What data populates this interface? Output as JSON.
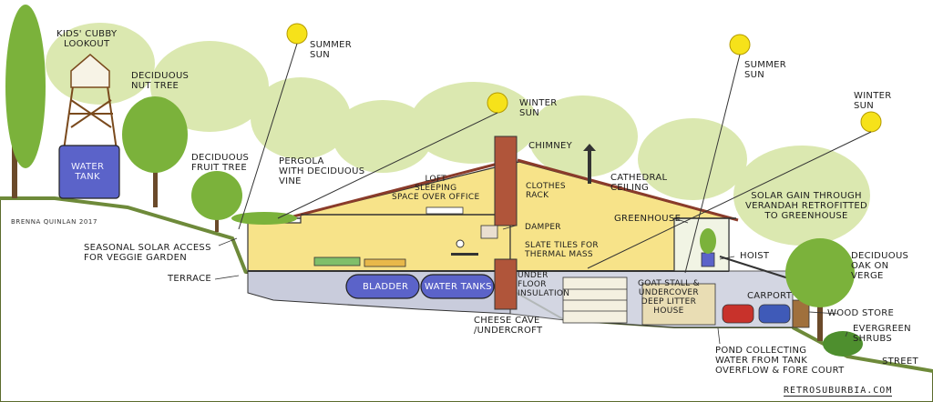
{
  "colors": {
    "sun": "#f6e21a",
    "house_wall": "#f7e389",
    "house_wall_dark": "#ecd26a",
    "ground": "#6e8a3a",
    "underground": "#c9ccdc",
    "tank_blue": "#5b63c9",
    "chimney_brick": "#b0553a",
    "tree_green": "#7bb23b",
    "tree_pale": "#dbe8b0",
    "car_red": "#c8322b"
  },
  "credit": "BRENNA QUINLAN 2017",
  "website": "RETROSUBURBIA.COM",
  "labels": {
    "kids_cubby": "KIDS' CUBBY\nLOOKOUT",
    "summer_sun_left": "SUMMER\nSUN",
    "deciduous_nut_tree": "DECIDUOUS\nNUT TREE",
    "winter_sun_left": "WINTER\nSUN",
    "water_tank": "WATER\nTANK",
    "chimney": "CHIMNEY",
    "summer_sun_right": "SUMMER\nSUN",
    "winter_sun_right": "WINTER\nSUN",
    "deciduous_fruit_tree": "DECIDUOUS\nFRUIT TREE",
    "pergola": "PERGOLA\nWITH DECIDUOUS\nVINE",
    "loft": "LOFT\nSLEEPING\nSPACE OVER OFFICE",
    "clothes_rack": "CLOTHES\nRACK",
    "cathedral_ceiling": "CATHEDRAL\nCEILING",
    "solar_gain": "SOLAR GAIN THROUGH\nVERANDAH RETROFITTED\nTO GREENHOUSE",
    "damper": "DAMPER",
    "greenhouse": "GREENHOUSE",
    "seasonal_solar": "SEASONAL SOLAR ACCESS\nFOR VEGGIE GARDEN",
    "slate_tiles": "SLATE TILES FOR\nTHERMAL MASS",
    "hoist": "HOIST",
    "deciduous_oak": "DECIDUOUS\nOAK ON\nVERGE",
    "terrace": "TERRACE",
    "under_floor": "UNDER\nFLOOR\nINSULATION",
    "goat_stall": "GOAT STALL &\nUNDERCOVER\nDEEP LITTER\nHOUSE",
    "bladder": "BLADDER",
    "water_tanks": "WATER TANKS",
    "carport": "CARPORT",
    "wood_store": "WOOD STORE",
    "evergreen_shrubs": "EVERGREEN\nSHRUBS",
    "cheese_cave": "CHEESE CAVE\n/UNDERCROFT",
    "pond": "POND COLLECTING\nWATER FROM TANK\nOVERFLOW & FORE COURT",
    "street": "STREET"
  }
}
